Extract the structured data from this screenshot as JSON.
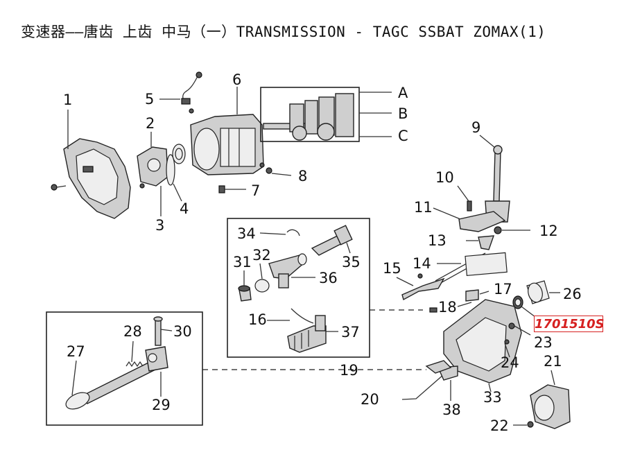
{
  "title": "变速器——唐齿 上齿 中马（一）TRANSMISSION - TAGC SSBAT ZOMAX(1)",
  "highlight_part_number": "1701510S",
  "highlight_color": "#d62020",
  "callouts": {
    "c1": "1",
    "c2": "2",
    "c3": "3",
    "c4": "4",
    "c5": "5",
    "c6": "6",
    "c7": "7",
    "c8": "8",
    "c9": "9",
    "c10": "10",
    "c11": "11",
    "c12": "12",
    "c13": "13",
    "c14": "14",
    "c15": "15",
    "c16": "16",
    "c17": "17",
    "c18": "18",
    "c19": "19",
    "c20": "20",
    "c21": "21",
    "c22": "22",
    "c23": "23",
    "c24": "24",
    "c26": "26",
    "c27": "27",
    "c28": "28",
    "c29": "29",
    "c30": "30",
    "c31": "31",
    "c32": "32",
    "c33": "33",
    "c34": "34",
    "c35": "35",
    "c36": "36",
    "c37": "37",
    "c38": "38",
    "A": "A",
    "B": "B",
    "C": "C"
  }
}
